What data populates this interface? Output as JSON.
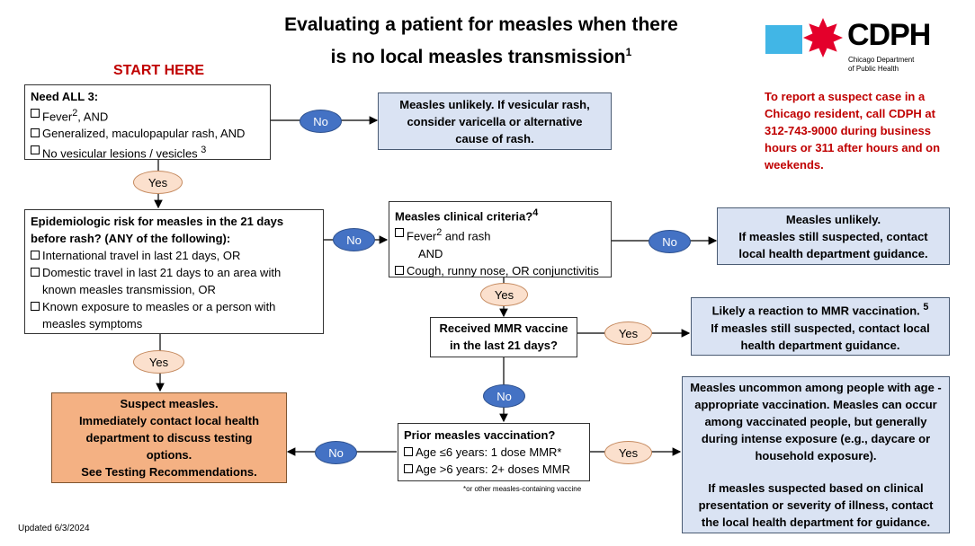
{
  "title": {
    "line1": "Evaluating a patient for measles when there",
    "line2": "is no local measles transmission",
    "sup": "1"
  },
  "start_label": "START HERE",
  "logo": {
    "name": "CDPH",
    "sub1": "Chicago Department",
    "sub2": "of Public Health"
  },
  "report_note": "To report a suspect case in a Chicago resident, call CDPH at 312-743-9000 during business hours or 311 after hours and on weekends.",
  "colors": {
    "no_pill": "#4472c4",
    "yes_pill": "#fbe0cd",
    "outcome_box": "#dae3f3",
    "suspect_box": "#f4b183",
    "alert_text": "#c00000"
  },
  "nodes": {
    "need_all": {
      "heading": "Need ALL 3:",
      "items": [
        {
          "text": "Fever",
          "sup": "2",
          "after": ", AND"
        },
        {
          "text": "Generalized, maculopapular rash, AND",
          "sup": "",
          "after": ""
        },
        {
          "text": "No vesicular lesions / vesicles ",
          "sup": "3",
          "after": ""
        }
      ]
    },
    "unlikely_vesicular": {
      "lines": [
        "Measles unlikely. If vesicular rash,",
        "consider varicella or alternative",
        "cause of rash."
      ]
    },
    "epi_risk": {
      "heading": "Epidemiologic risk for measles in the 21 days before rash? (ANY of the following):",
      "items": [
        {
          "text": "International travel in last 21  days, OR",
          "cont": ""
        },
        {
          "text": "Domestic travel in last 21 days to an area with",
          "cont": "known measles  transmission, OR"
        },
        {
          "text": "Known exposure to measles or a person with",
          "cont": "measles  symptoms"
        }
      ]
    },
    "clinical": {
      "heading": "Measles clinical criteria?",
      "heading_sup": "4",
      "item1": "Fever",
      "item1_sup": "2",
      "item1_after": " and rash",
      "and": "AND",
      "item2": "Cough, runny nose, OR conjunctivitis"
    },
    "unlikely_2": {
      "lines": [
        "Measles unlikely.",
        "If measles still suspected, contact",
        "local health department guidance."
      ]
    },
    "mmr": {
      "lines": [
        "Received MMR vaccine",
        "in the last 21 days?"
      ]
    },
    "reaction": {
      "line1": "Likely a reaction to MMR vaccination. ",
      "line1_sup": "5",
      "line2": "If measles still suspected, contact local",
      "line3": "health department guidance."
    },
    "suspect": {
      "lines": [
        "Suspect measles.",
        "Immediately contact local health",
        "department to discuss testing",
        "options.",
        "See Testing Recommendations."
      ]
    },
    "prior": {
      "heading": "Prior measles vaccination?",
      "items": [
        "Age ≤6 years: 1 dose MMR*",
        "Age >6 years: 2+ doses MMR"
      ]
    },
    "uncommon": {
      "para1": [
        "Measles uncommon among people with age -",
        "appropriate vaccination. Measles can occur",
        "among vaccinated people, but generally",
        "during intense exposure (e.g., daycare or",
        "household exposure)."
      ],
      "para2": [
        "If measles suspected based on clinical",
        "presentation or severity of illness, contact",
        "the local health department for guidance."
      ]
    }
  },
  "pills": {
    "yes": "Yes",
    "no": "No"
  },
  "footnote": "*or other measles-containing vaccine",
  "updated": "Updated 6/3/2024"
}
